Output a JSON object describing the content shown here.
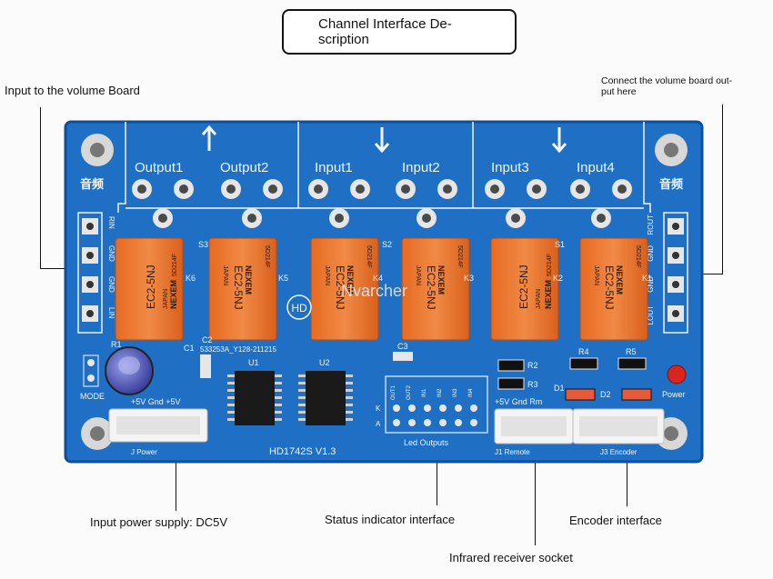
{
  "title": "Channel Interface Description",
  "title_lines": [
    "Channel Interface De-",
    "scription"
  ],
  "annotations": {
    "input_volume_board": "Input to the volume Board",
    "connect_volume_output_lines": [
      "Connect the volume board out-",
      "put here"
    ],
    "power_supply": "Input power supply: DC5V",
    "status_indicator": "Status indicator interface",
    "encoder": "Encoder interface",
    "infrared": "Infrared receiver socket"
  },
  "board": {
    "watermark": "Nvarcher",
    "model": "HD1742S V1.3",
    "pcb_code": "533253A_Y128-211215",
    "hd_logo": "HD",
    "audio_cn": "音频",
    "ports": {
      "output1": "Output1",
      "output2": "Output2",
      "input1": "Input1",
      "input2": "Input2",
      "input3": "Input3",
      "input4": "Input4"
    },
    "relay_refs": [
      "K6",
      "K5",
      "K4",
      "K3",
      "K2",
      "K1"
    ],
    "relay_part": "EC2-5NJ",
    "relay_brand": "NEXEM",
    "relay_country": "JAPAN",
    "relay_cert": "5D214F",
    "switch_refs": [
      "S3",
      "S2",
      "S1"
    ],
    "left_pins": [
      "RIN",
      "GND",
      "GND",
      "LIN"
    ],
    "right_pins": [
      "ROUT",
      "GND",
      "GND",
      "LOUT"
    ],
    "components": {
      "c1": "C1",
      "c2": "C2",
      "c3": "C3",
      "u1": "U1",
      "u2": "U2",
      "r1": "R1",
      "r2": "R2",
      "r3": "R3",
      "r4": "R4",
      "r5": "R5",
      "d1": "D1",
      "d2": "D2",
      "mode": "MODE",
      "power": "Power",
      "led_outputs": "Led Outputs",
      "k_row": "K",
      "a_row": "A",
      "led_cols": [
        "OUT1",
        "OUT2",
        "IN1",
        "IN2",
        "IN3",
        "IN4"
      ],
      "power_pins": "+5V Gnd +5V",
      "remote_pins": "+5V Gnd Rm",
      "j1_label": "J1 Remote",
      "enc_label": "J3 Encoder",
      "power_conn_label": "J Power"
    }
  },
  "colors": {
    "pcb": "#1f6fc4",
    "pcb_edge": "#0f4e9a",
    "silk": "#f2f6fb",
    "relay": "#e8702a",
    "connector": "#f4f4f4"
  }
}
